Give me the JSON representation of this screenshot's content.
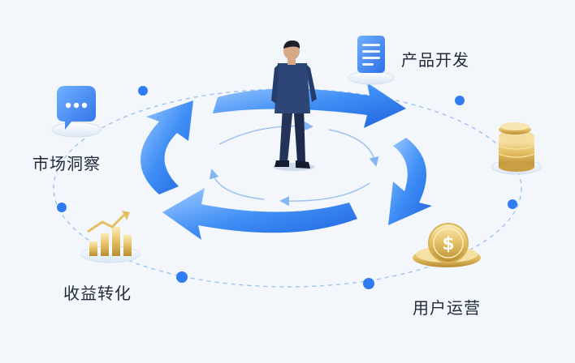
{
  "nodes": {
    "product": {
      "label": "产品开发",
      "icon": "document-icon"
    },
    "market": {
      "label": "市场洞察",
      "icon": "chat-bubble-icon"
    },
    "revenue": {
      "label": "收益转化",
      "icon": "growth-chart-icon"
    },
    "user": {
      "label": "用户运营",
      "icon": "dollar-coin-icon"
    },
    "coins": {
      "icon": "coin-stack-icon"
    },
    "center": {
      "icon": "businessman-figure"
    }
  },
  "colors": {
    "background": "#f3f7fc",
    "arrow_blue": "#2f7cf0",
    "arrow_light": "#7fb6fb",
    "orbit_dash": "#9ec2ef",
    "dot": "#2f7cf0",
    "gold": "#e8c774"
  }
}
